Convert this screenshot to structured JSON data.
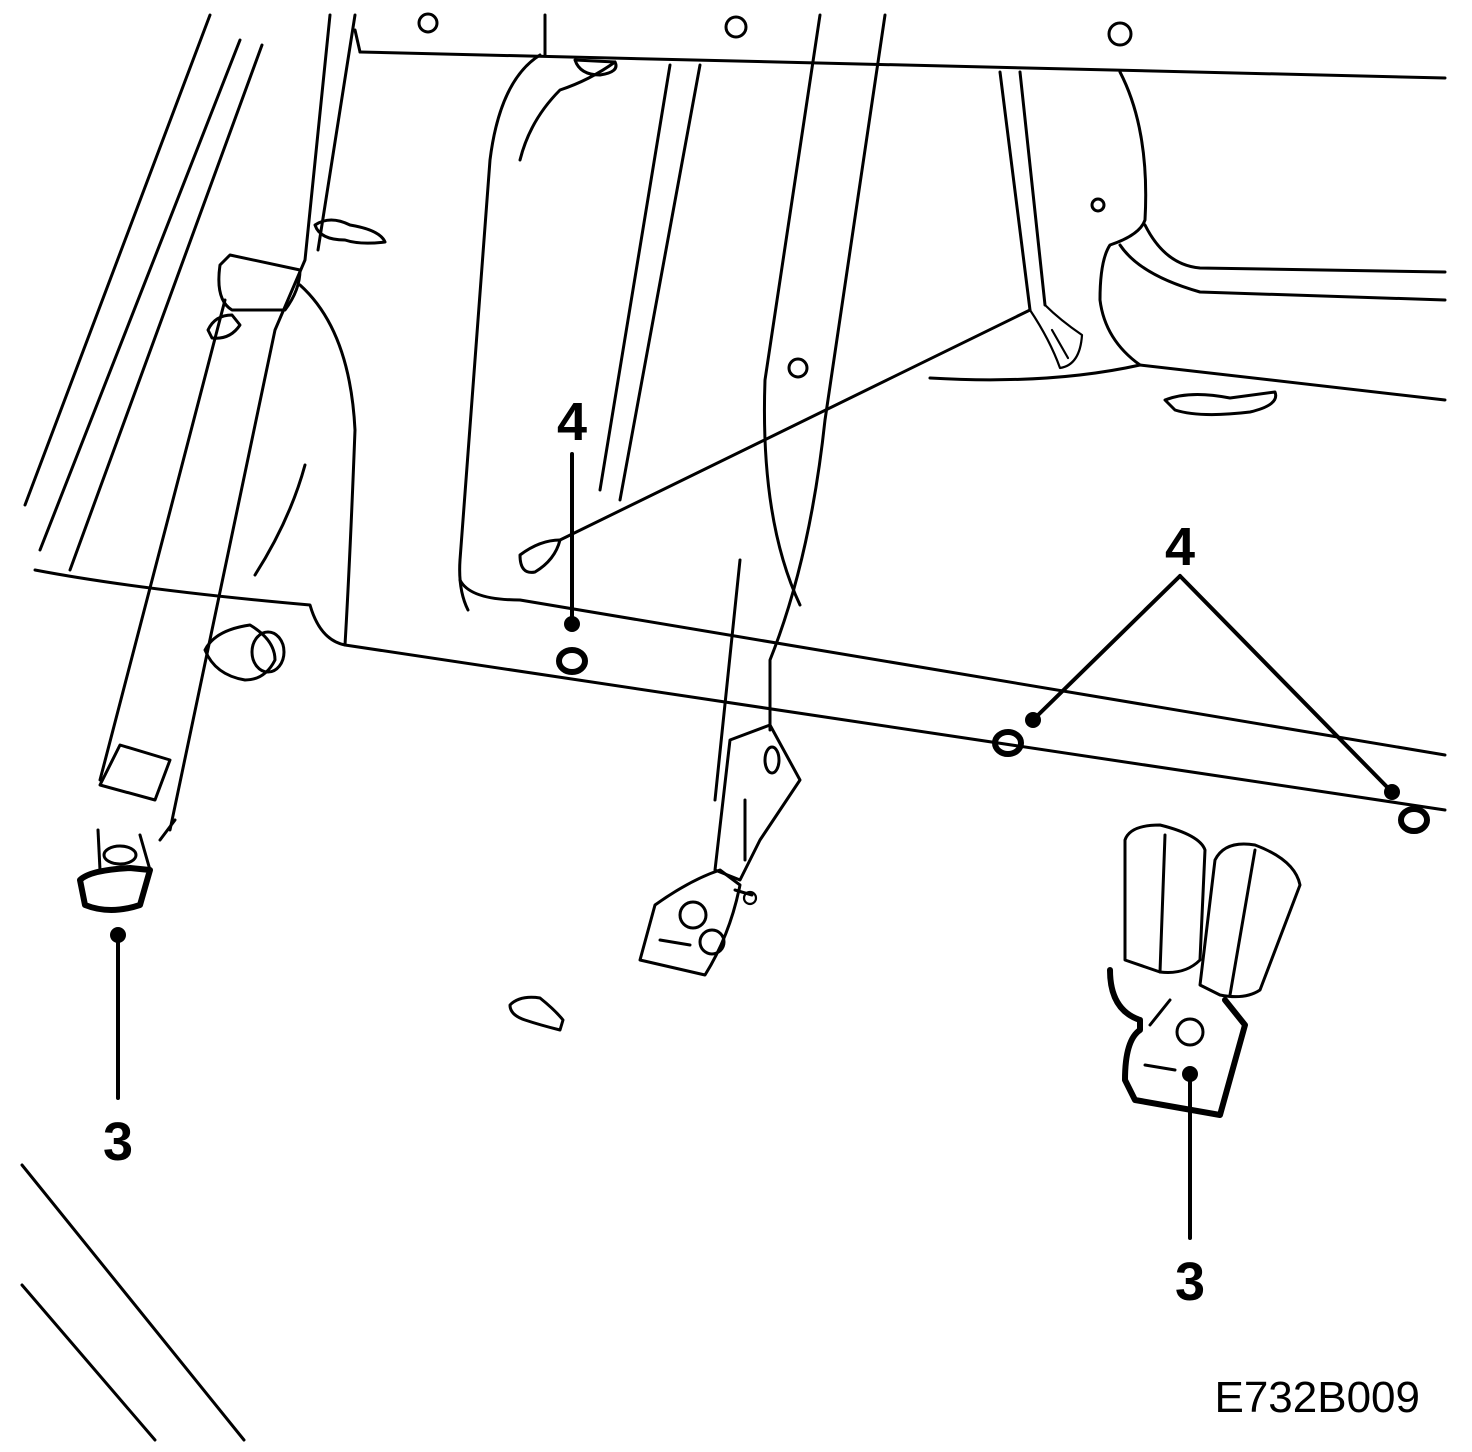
{
  "figure": {
    "code": "E732B009",
    "callouts": [
      {
        "id": "belt-anchor-left",
        "label": "3"
      },
      {
        "id": "buckle-anchor-right",
        "label": "3"
      },
      {
        "id": "bolt-center",
        "label": "4"
      },
      {
        "id": "bolts-right-pair",
        "label": "4"
      }
    ]
  }
}
